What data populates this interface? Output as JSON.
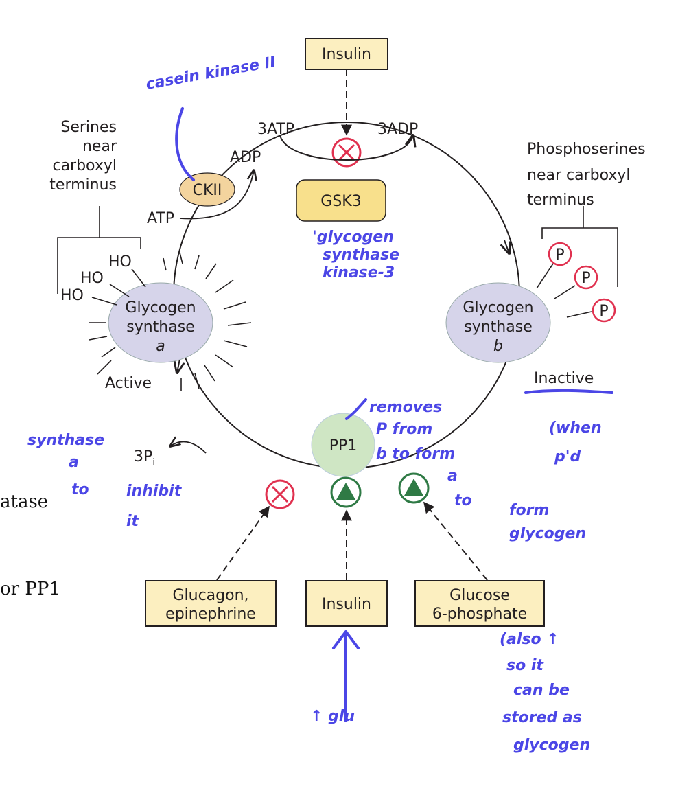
{
  "inputs": {
    "insulin_top": "Insulin",
    "glucagon_line1": "Glucagon,",
    "glucagon_line2": "epinephrine",
    "insulin_bottom": "Insulin",
    "g6p_line1": "Glucose",
    "g6p_line2": "6-phosphate"
  },
  "enzymes": {
    "gsk3": "GSK3",
    "ckii": "CKII",
    "pp1": "PP1"
  },
  "synthase_a": {
    "line1": "Glycogen",
    "line2": "synthase",
    "form": "a",
    "state": "Active",
    "ho1": "HO",
    "ho2": "HO",
    "ho3": "HO",
    "site_line1": "Serines",
    "site_line2": "near",
    "site_line3": "carboxyl",
    "site_line4": "terminus"
  },
  "synthase_b": {
    "line1": "Glycogen",
    "line2": "synthase",
    "form": "b",
    "state": "Inactive",
    "p1": "P",
    "p2": "P",
    "p3": "P",
    "site_line1": "Phosphoserines",
    "site_line2": "near carboxyl",
    "site_line3": "terminus"
  },
  "cofactors": {
    "atp3": "3ATP",
    "adp3": "3ADP",
    "atp": "ATP",
    "adp": "ADP",
    "pi_base": "3P",
    "pi_sub": "i"
  },
  "background_text": {
    "fragment1": "atase",
    "fragment2": "or PP1"
  },
  "annotations": {
    "casein_kinase": "casein kinase II",
    "gsk3_note_1": "'glycogen",
    "gsk3_note_2": "synthase",
    "gsk3_note_3": "kinase-3",
    "removes_1": "removes",
    "removes_2": "P from",
    "removes_3": "b to form",
    "removes_4": "a",
    "removes_5": "to",
    "form_glycogen_1": "form",
    "form_glycogen_2": "glycogen",
    "when_pd_1": "(when",
    "when_pd_2": "p'd",
    "synthase_inhibit_1": "synthase",
    "synthase_inhibit_2": "a",
    "synthase_inhibit_3": "to",
    "synthase_inhibit_4": "inhibit",
    "synthase_inhibit_5": "it",
    "also_1": "(also ↑",
    "also_2": "so it",
    "also_3": "can be",
    "also_4": "stored as",
    "also_5": "glycogen",
    "glu": "↑ glu"
  },
  "colors": {
    "input_box_fill": "#fcefc0",
    "gsk3_fill": "#f8e08c",
    "ckii_fill": "#f3d49e",
    "pp1_fill": "#cfe6c4",
    "synthase_fill": "#d6d4ea",
    "inhibit_red": "#e0314f",
    "activate_green": "#2f7a45",
    "ink_blue": "#4b46e6"
  },
  "icons": {
    "inhibit": "inhibit-circle-x-icon",
    "activate": "activate-circle-triangle-icon",
    "phosphate": "phosphate-circle-icon"
  }
}
